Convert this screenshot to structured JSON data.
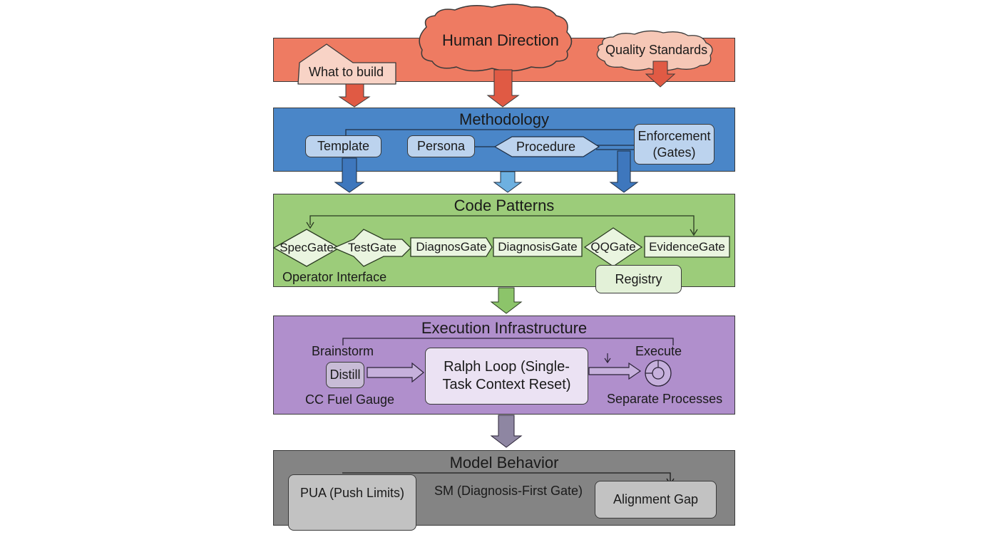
{
  "layers": {
    "human": {
      "title": "Human Direction",
      "what": "What to build",
      "quality": "Quality Standards",
      "color": "#ee7b62"
    },
    "methodology": {
      "title": "Methodology",
      "template": "Template",
      "persona": "Persona",
      "procedure": "Procedure",
      "enforcement": "Enforcement (Gates)",
      "color": "#4a86c8"
    },
    "code": {
      "title": "Code Patterns",
      "gates": [
        "SpecGate",
        "TestGate",
        "DiagnosGate",
        "DiagnosisGate",
        "QQGate",
        "EvidenceGate"
      ],
      "operator": "Operator Interface",
      "registry": "Registry",
      "color": "#9ccc7a"
    },
    "execution": {
      "title": "Execution Infrastructure",
      "brainstorm": "Brainstorm",
      "distill": "Distill",
      "fuel": "CC Fuel Gauge",
      "ralph": "Ralph Loop (Single-Task Context Reset)",
      "execute": "Execute",
      "separate": "Separate Processes",
      "color": "#b08fcc"
    },
    "model": {
      "title": "Model Behavior",
      "pua": "PUA (Push Limits)",
      "sm": "SM (Diagnosis-First Gate)",
      "gap": "Alignment Gap",
      "color": "#848484"
    }
  }
}
